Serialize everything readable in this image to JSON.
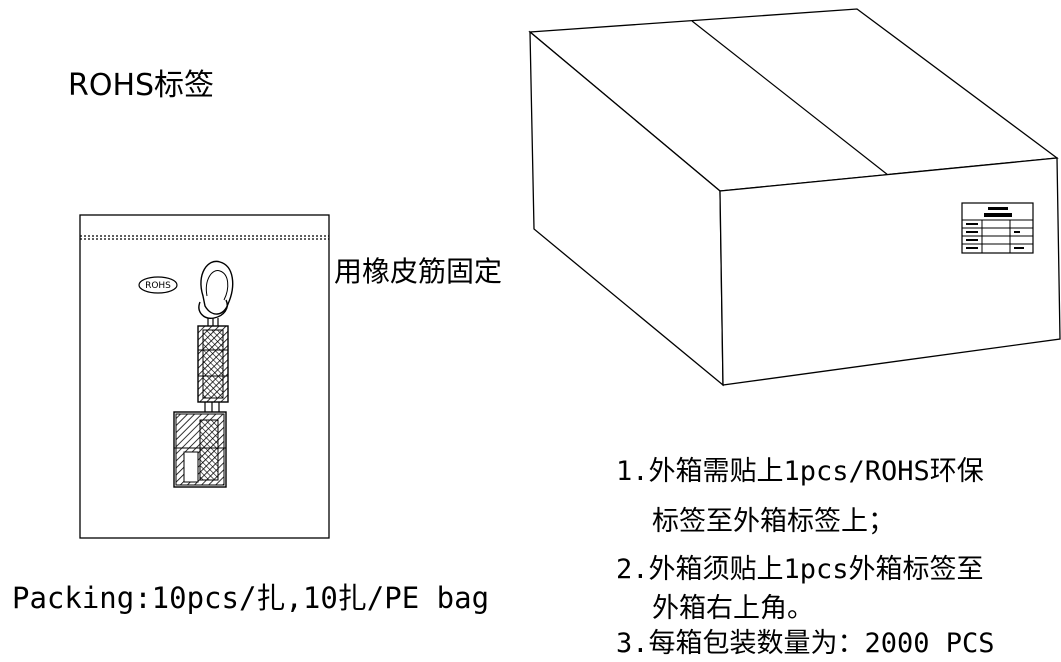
{
  "title": "ROHS标签",
  "band_label": "用橡皮筋固定",
  "rohs_sticker": "ROHS",
  "packing": "Packing:10pcs/扎,10扎/PE bag",
  "notes": {
    "n1_line1": "1.外箱需贴上1pcs/ROHS环保",
    "n1_line2": "标签至外箱标签上；",
    "n2_line1": "2.外箱须贴上1pcs外箱标签至",
    "n2_line2": "外箱右上角。",
    "n3_line1": "3.每箱包装数量为：2000 PCS"
  }
}
